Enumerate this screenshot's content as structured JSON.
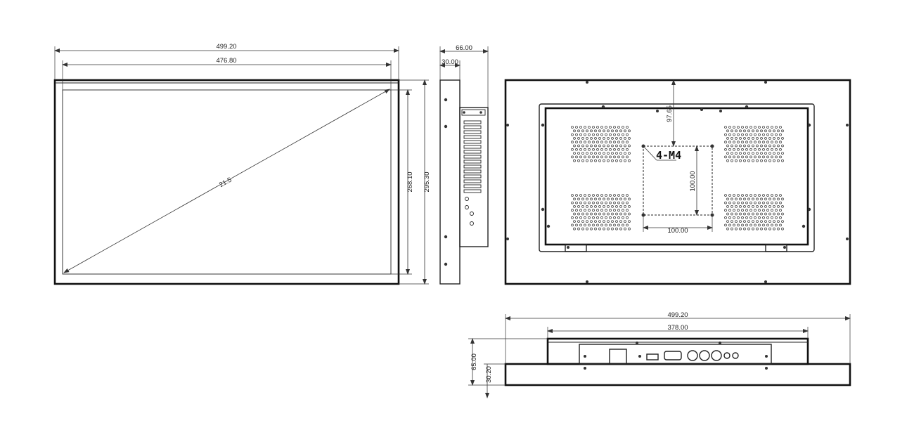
{
  "dimensions": {
    "front_width_outer": "499.20",
    "front_width_inner": "476.80",
    "front_diagonal": "21.5",
    "front_height_inner": "268.10",
    "front_height_outer": "295.30",
    "side_depth_total": "66.00",
    "side_depth_bezel": "30.00",
    "rear_top_offset": "97.65",
    "rear_vesa_vertical": "100.00",
    "rear_vesa_horizontal": "100.00",
    "bottom_width_outer": "499.20",
    "bottom_width_chassis": "378.00",
    "bottom_height_total": "65.00",
    "bottom_height_bezel": "30.20"
  },
  "labels": {
    "mount_screws": "4-M4"
  }
}
